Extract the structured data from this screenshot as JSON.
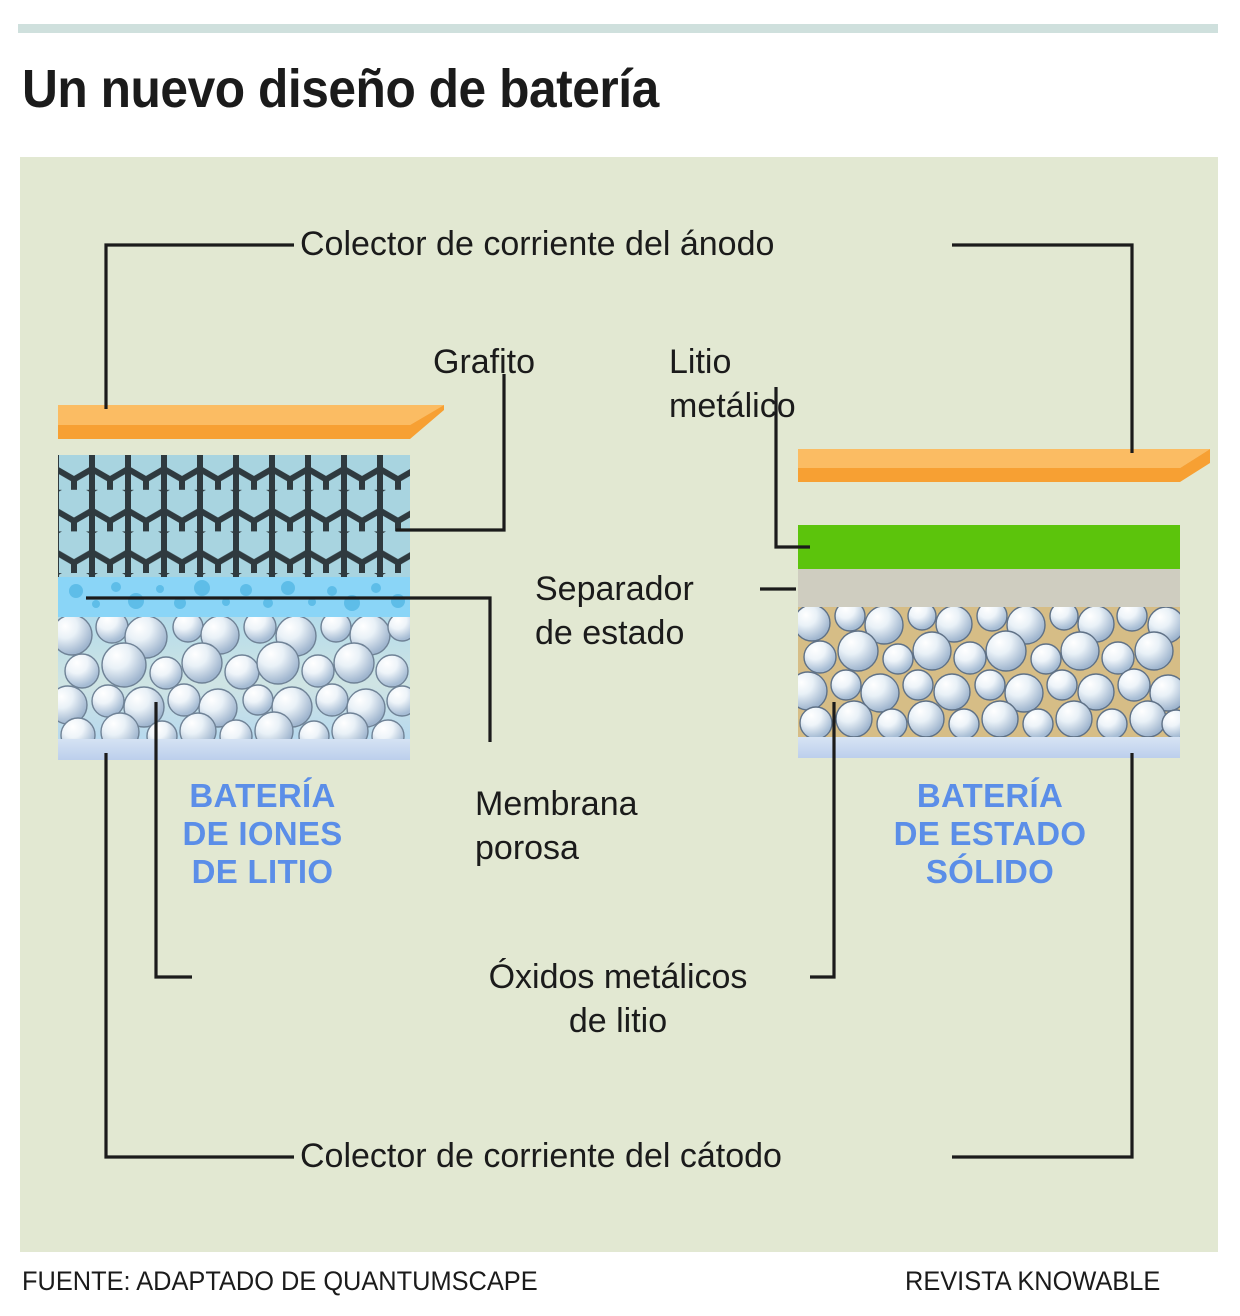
{
  "header": {
    "title": "Un nuevo diseño de batería",
    "rule_color": "#cfe0dd"
  },
  "panel": {
    "background_color": "#e2e8d2"
  },
  "labels": {
    "anode_collector": "Colector de corriente del ánodo",
    "graphite": "Grafito",
    "lithium_metal": "Litio\nmetálico",
    "solid_separator": "Separador\nde estado",
    "porous_membrane": "Membrana\nporosa",
    "metal_oxides": "Óxidos metálicos\nde litio",
    "cathode_collector": "Colector de corriente del cátodo"
  },
  "batteries": [
    {
      "id": "lithium-ion",
      "caption": "BATERÍA\nDE IONES\nDE LITIO",
      "caption_color": "#5b8ee8",
      "layers": [
        {
          "name": "anode-current-collector",
          "material": "Colector de corriente del ánodo",
          "color": "#f7a741"
        },
        {
          "name": "anode-graphite",
          "material": "Grafito",
          "color": "#a8d4e0"
        },
        {
          "name": "porous-membrane",
          "material": "Membrana porosa",
          "color": "#7ed0f5"
        },
        {
          "name": "cathode-metal-oxides",
          "material": "Óxidos metálicos de litio",
          "color": "#b9dcea"
        },
        {
          "name": "cathode-current-collector",
          "material": "Colector de corriente del cátodo",
          "color": "#c3d3ec"
        }
      ]
    },
    {
      "id": "solid-state",
      "caption": "BATERÍA\nDE ESTADO\nSÓLIDO",
      "caption_color": "#5b8ee8",
      "layers": [
        {
          "name": "anode-current-collector",
          "material": "Colector de corriente del ánodo",
          "color": "#f7a741"
        },
        {
          "name": "lithium-metal",
          "material": "Litio metálico",
          "color": "#5cc40c"
        },
        {
          "name": "solid-state-separator",
          "material": "Separador de estado",
          "color": "#cfcdc0"
        },
        {
          "name": "cathode-metal-oxides",
          "material": "Óxidos metálicos de litio",
          "color": "#d4bd85"
        },
        {
          "name": "cathode-current-collector",
          "material": "Colector de corriente del cátodo",
          "color": "#c3d3ec"
        }
      ]
    }
  ],
  "footer": {
    "source": "FUENTE: ADAPTADO DE QUANTUMSCAPE",
    "credit": "REVISTA KNOWABLE"
  }
}
